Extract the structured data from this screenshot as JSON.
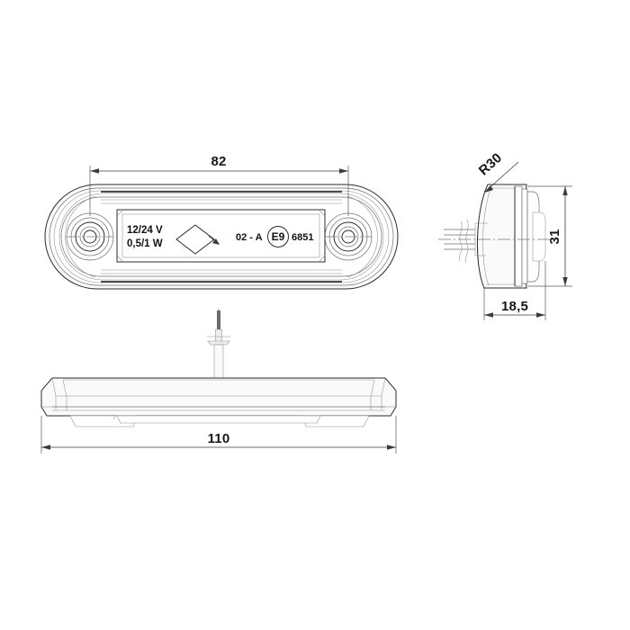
{
  "drawing": {
    "title": "LED marker lamp technical drawing",
    "background_color": "#ffffff",
    "line_color": "#2b2b2b",
    "views": {
      "front": {
        "name": "front-view"
      },
      "side": {
        "name": "side-view"
      },
      "bottom": {
        "name": "bottom-view"
      }
    }
  },
  "dimensions": {
    "front_width": "82",
    "bottom_width": "110",
    "side_height": "31",
    "side_depth": "18,5",
    "corner_radius": "R30"
  },
  "label_plate": {
    "voltage": "12/24 V",
    "power": "0,5/1 W",
    "symbol": "diamond-arrow-symbol",
    "approval_prefix": "02 - A",
    "approval_mark": "E9",
    "approval_number": "6851"
  }
}
